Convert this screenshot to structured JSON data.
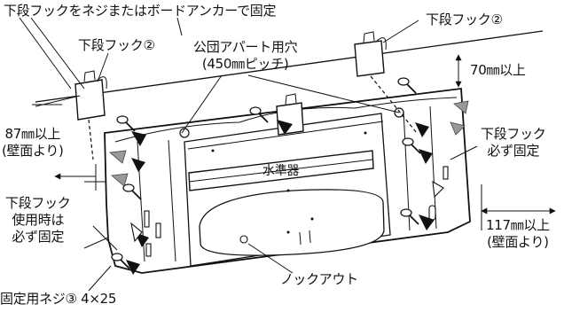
{
  "labels": {
    "top_fix": "下段フックをネジまたはボードアンカーで固定",
    "hook_left": "下段フック②",
    "hook_right": "下段フック②",
    "public_hole_1": "公団アパート用穴",
    "public_hole_2": "(450㎜ピッチ)",
    "clear_top": "70㎜以上",
    "clear_left_1": "87㎜以上",
    "clear_left_2": "(壁面より)",
    "hook_must_1": "下段フック",
    "hook_must_2": "必ず固定",
    "use_hook_1": "下段フック",
    "use_hook_2": "使用時は",
    "use_hook_3": "必ず固定",
    "clear_right_1": "117㎜以上",
    "clear_right_2": "(壁面より)",
    "level": "水準器",
    "knockout": "ノックアウト",
    "screw": "固定用ネジ③ 4×25"
  }
}
